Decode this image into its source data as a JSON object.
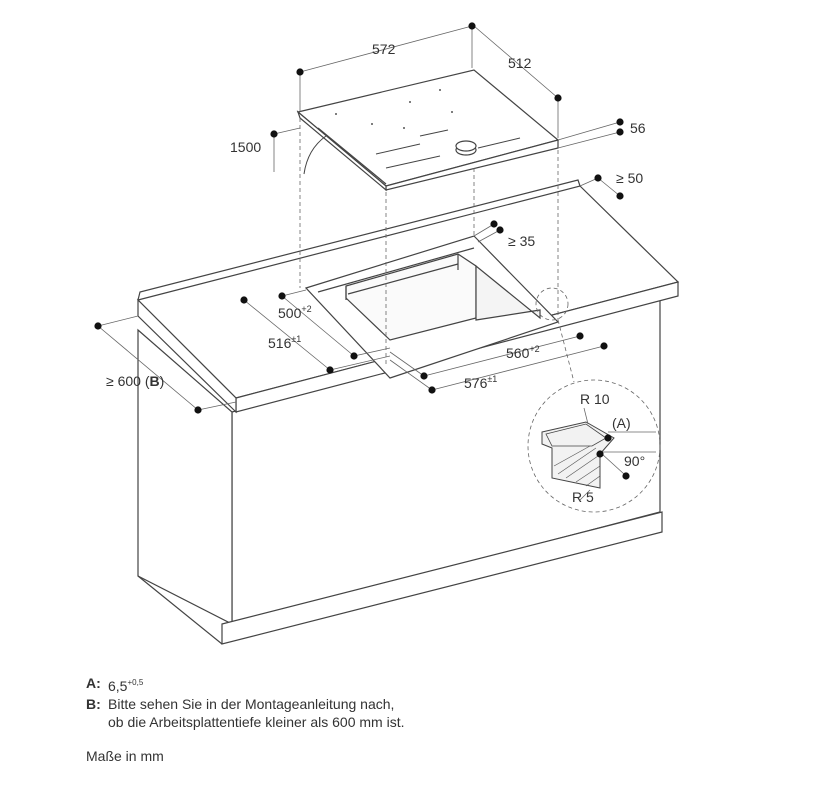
{
  "dimensions": {
    "width": "572",
    "depth": "512",
    "cable": "1500",
    "height": "56",
    "rear_gap": "≥ 50",
    "side_gap": "≥ 35",
    "cutout_depth": "500",
    "cutout_depth_tol": "+2",
    "outer_depth": "516",
    "outer_depth_tol": "±1",
    "cutout_width": "560",
    "cutout_width_tol": "+2",
    "outer_width": "576",
    "outer_width_tol": "±1",
    "worktop_depth": "≥ 600 (",
    "worktop_depth_ref": "B",
    "worktop_depth_close": ")"
  },
  "detail": {
    "radius_outer": "R 10",
    "ref_a": "(A)",
    "angle": "90°",
    "radius_inner": "R 5"
  },
  "notes": {
    "a_key": "A:",
    "a_value": "6,5",
    "a_tol": "+0,5",
    "b_key": "B:",
    "b_line1": "Bitte sehen Sie in der Montageanleitung nach,",
    "b_line2": "ob die Arbeitsplattentiefe kleiner als 600 mm ist."
  },
  "unit_label": "Maße in mm"
}
